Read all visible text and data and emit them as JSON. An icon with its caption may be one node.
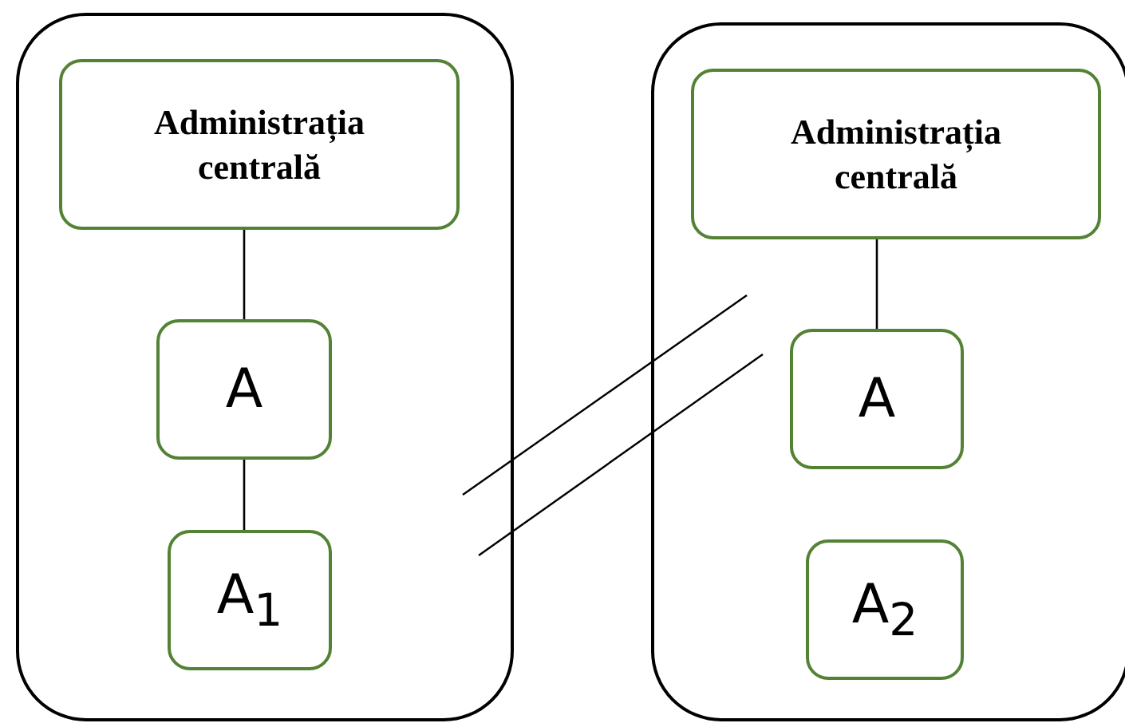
{
  "diagram": {
    "nodes": [
      {
        "text": [],
        "shape": "box"
      },
      {
        "text": [
          "Administrația centrală"
        ],
        "in": 0
      },
      {
        "text": [
          "A"
        ],
        "in": 0
      },
      {
        "text": [
          "A$_{1}$"
        ],
        "in": 0
      },
      {
        "text": [],
        "shape": "box"
      },
      {
        "text": [
          "Administrația centrală"
        ],
        "in": 4
      },
      {
        "text": [
          "A"
        ],
        "in": 4
      },
      {
        "text": [
          "A$_{2}$"
        ],
        "in": 4
      }
    ],
    "edges": [
      {
        "from": 1,
        "to": 2,
        "arrow": "none"
      },
      {
        "from": 2,
        "to": 3,
        "arrow": "none"
      },
      {
        "from": 5,
        "to": 6,
        "arrow": "none"
      }
    ]
  }
}
